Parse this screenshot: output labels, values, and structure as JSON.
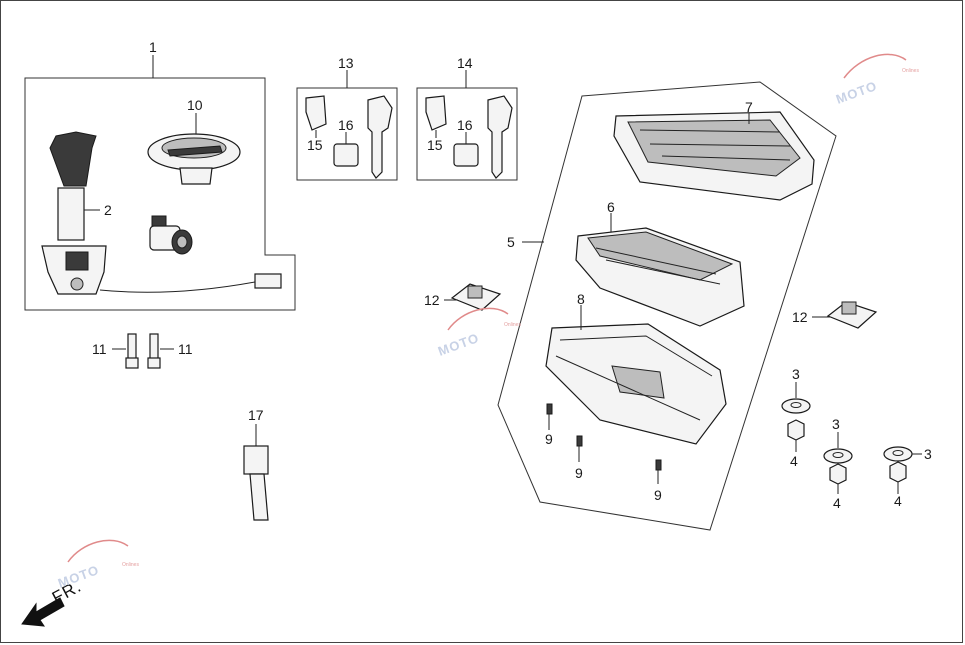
{
  "diagram": {
    "callouts": [
      {
        "id": "c1",
        "text": "1"
      },
      {
        "id": "c2",
        "text": "2"
      },
      {
        "id": "c3a",
        "text": "3"
      },
      {
        "id": "c3b",
        "text": "3"
      },
      {
        "id": "c3c",
        "text": "3"
      },
      {
        "id": "c4a",
        "text": "4"
      },
      {
        "id": "c4b",
        "text": "4"
      },
      {
        "id": "c4c",
        "text": "4"
      },
      {
        "id": "c5",
        "text": "5"
      },
      {
        "id": "c6",
        "text": "6"
      },
      {
        "id": "c7",
        "text": "7"
      },
      {
        "id": "c8",
        "text": "8"
      },
      {
        "id": "c9a",
        "text": "9"
      },
      {
        "id": "c9b",
        "text": "9"
      },
      {
        "id": "c9c",
        "text": "9"
      },
      {
        "id": "c10",
        "text": "10"
      },
      {
        "id": "c11a",
        "text": "11"
      },
      {
        "id": "c11b",
        "text": "11"
      },
      {
        "id": "c12a",
        "text": "12"
      },
      {
        "id": "c12b",
        "text": "12"
      },
      {
        "id": "c13",
        "text": "13"
      },
      {
        "id": "c14",
        "text": "14"
      },
      {
        "id": "c15a",
        "text": "15"
      },
      {
        "id": "c15b",
        "text": "15"
      },
      {
        "id": "c16a",
        "text": "16"
      },
      {
        "id": "c16b",
        "text": "16"
      },
      {
        "id": "c17",
        "text": "17"
      }
    ],
    "direction_label": "FR.",
    "watermark": {
      "text": "MOTO",
      "sub": "Onlines"
    },
    "colors": {
      "line": "#222222",
      "background": "#ffffff",
      "watermark": "#c8d2e6"
    }
  }
}
